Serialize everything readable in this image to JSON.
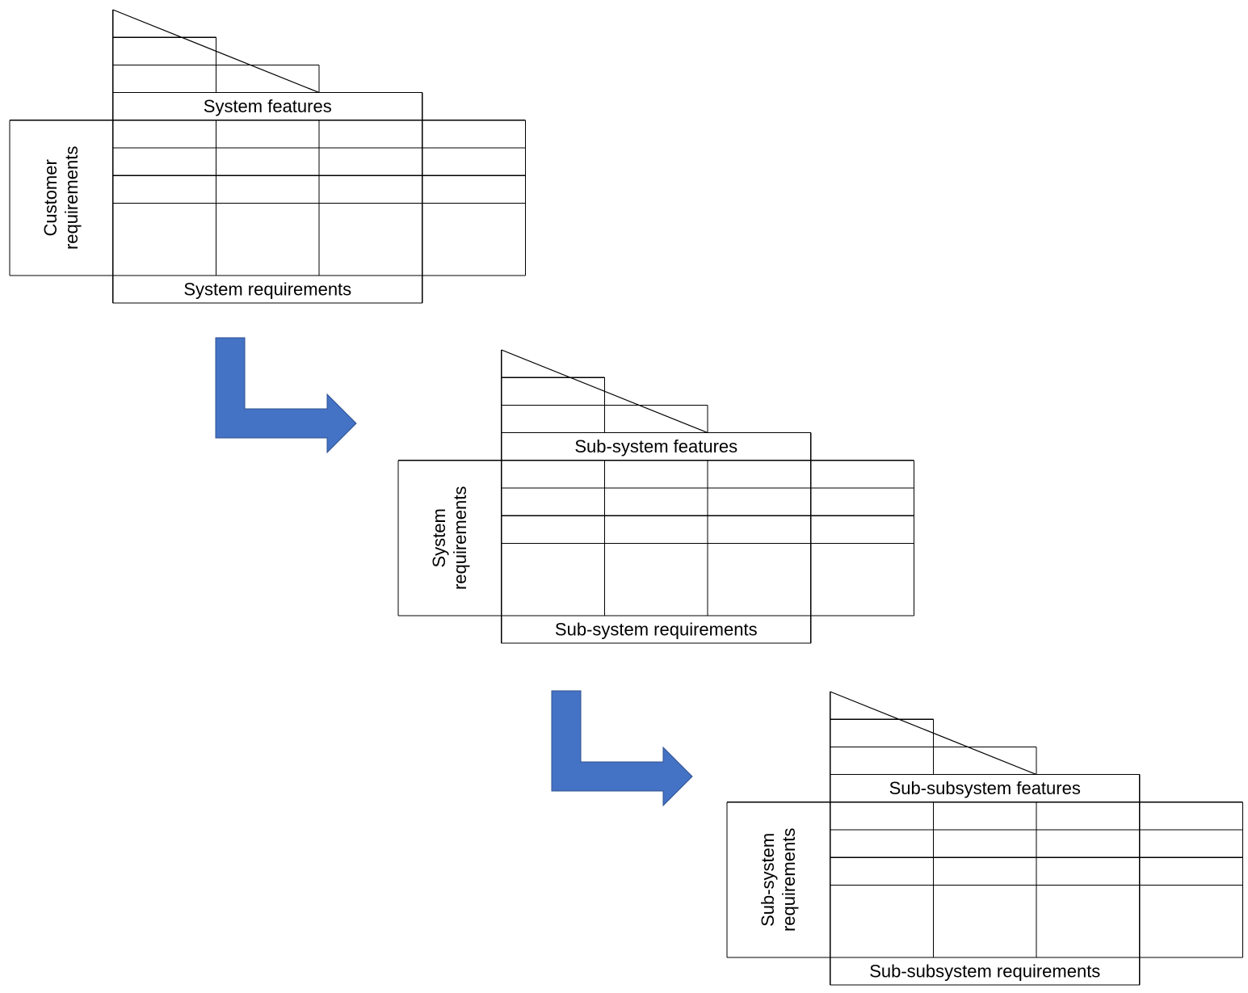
{
  "matrices": [
    {
      "top_label": "System features",
      "bottom_label": "System requirements",
      "side_label_lines": [
        "Customer",
        "requirements"
      ]
    },
    {
      "top_label": "Sub-system features",
      "bottom_label": "Sub-system requirements",
      "side_label_lines": [
        "System",
        "requirements"
      ]
    },
    {
      "top_label": "Sub-subsystem features",
      "bottom_label": "Sub-subsystem requirements",
      "side_label_lines": [
        "Sub-system",
        "requirements"
      ]
    }
  ],
  "arrows": [
    {
      "name": "cascade-arrow-1"
    },
    {
      "name": "cascade-arrow-2"
    }
  ],
  "colors": {
    "arrow_fill": "#4472C4",
    "arrow_stroke": "#2F528F",
    "line": "#000000"
  }
}
